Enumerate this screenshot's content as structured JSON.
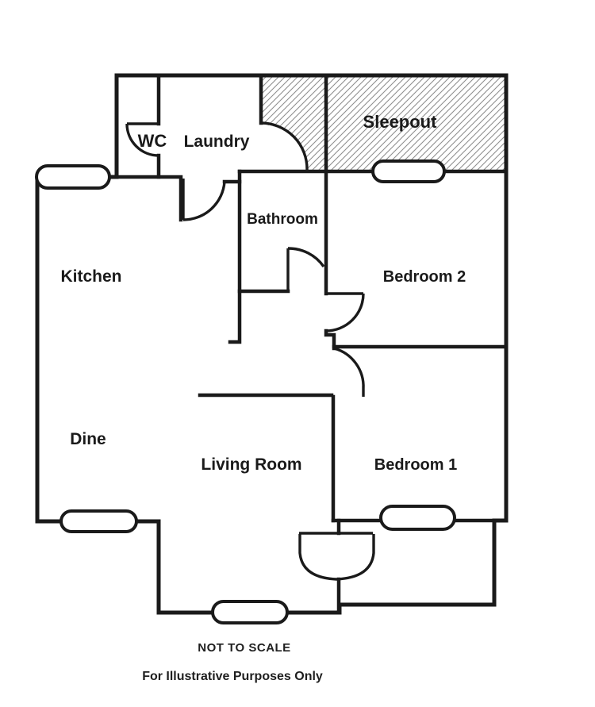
{
  "rooms": {
    "wc": "WC",
    "laundry": "Laundry",
    "sleepout": "Sleepout",
    "bathroom": "Bathroom",
    "kitchen": "Kitchen",
    "bedroom2": "Bedroom 2",
    "dine": "Dine",
    "living": "Living Room",
    "bedroom1": "Bedroom 1"
  },
  "notes": {
    "scale": "NOT TO SCALE",
    "purpose": "For Illustrative Purposes Only"
  },
  "colors": {
    "wall": "#1a1a1a",
    "hatch_line": "#8e8e8e",
    "background": "#ffffff"
  }
}
